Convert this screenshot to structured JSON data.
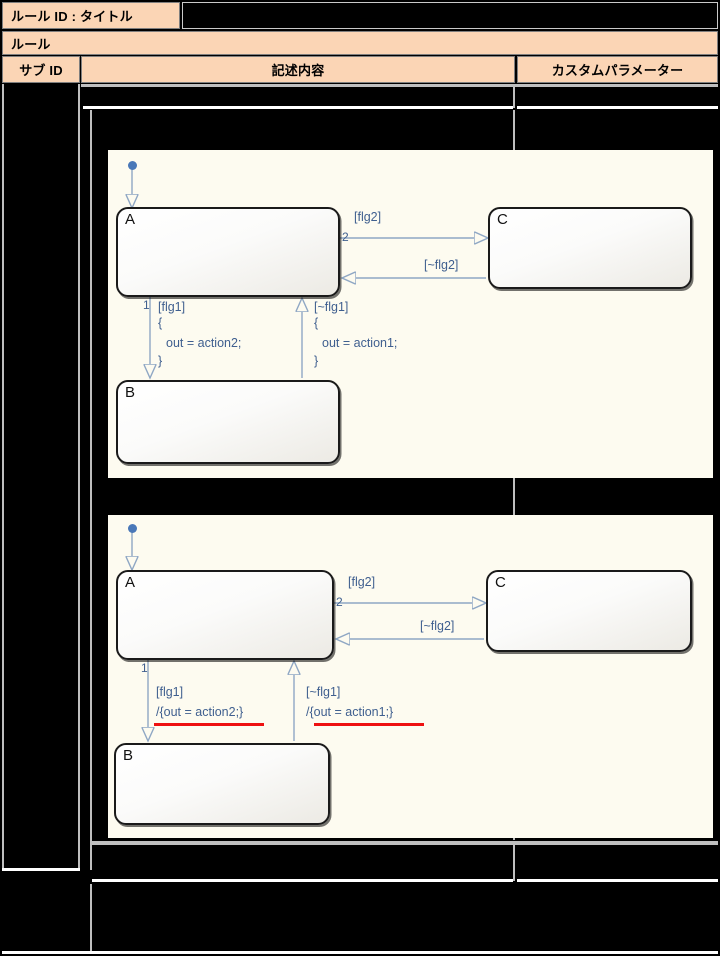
{
  "header": {
    "rule_id_title_label": "ルール ID : タイトル",
    "rule_id_title_value": "",
    "rule_label": "ルール",
    "columns": {
      "sub_id": "サブ ID",
      "description": "記述内容",
      "custom_parameter": "カスタムパラメーター"
    }
  },
  "colors": {
    "header_fill": "#FBD5B5",
    "diagram_fill": "#FDFBF0",
    "transition_text": "#3f5f8f",
    "highlight": "#ee1111",
    "initial_dot": "#4a78b8",
    "redaction": "#000000"
  },
  "diagrams": [
    {
      "id": "diagram-upper",
      "states": [
        {
          "name": "A"
        },
        {
          "name": "B"
        },
        {
          "name": "C"
        }
      ],
      "transitions": [
        {
          "order": "1",
          "guard": "[flg1]",
          "action_open": "{",
          "action_body": "out = action2;",
          "action_close": "}"
        },
        {
          "order": "",
          "guard": "[~flg1]",
          "action_open": "{",
          "action_body": "out = action1;",
          "action_close": "}"
        },
        {
          "order": "2",
          "guard": "[flg2]",
          "action_open": "",
          "action_body": "",
          "action_close": ""
        },
        {
          "order": "",
          "guard": "[~flg2]",
          "action_open": "",
          "action_body": "",
          "action_close": ""
        }
      ]
    },
    {
      "id": "diagram-lower",
      "states": [
        {
          "name": "A"
        },
        {
          "name": "B"
        },
        {
          "name": "C"
        }
      ],
      "transitions": [
        {
          "order": "1",
          "guard": "[flg1]",
          "action": "/{out = action2;}",
          "highlighted": true
        },
        {
          "order": "",
          "guard": "[~flg1]",
          "action": "/{out = action1;}",
          "highlighted": true
        },
        {
          "order": "2",
          "guard": "[flg2]",
          "action": "",
          "highlighted": false
        },
        {
          "order": "",
          "guard": "[~flg2]",
          "action": "",
          "highlighted": false
        }
      ]
    }
  ],
  "redacted_rows": [
    {
      "name": "row-sub-id-column"
    },
    {
      "name": "row-description-top"
    },
    {
      "name": "row-custom-parameter-top"
    },
    {
      "name": "row-description-bottom"
    },
    {
      "name": "row-custom-parameter-bottom"
    },
    {
      "name": "row-footer"
    }
  ]
}
